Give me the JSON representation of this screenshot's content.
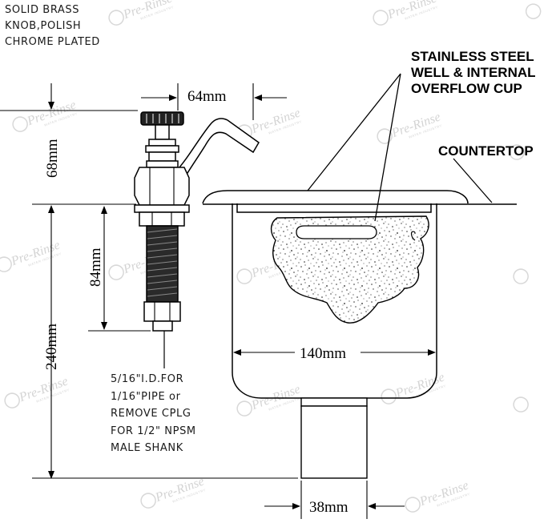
{
  "labels": {
    "solid_brass": [
      "SOLID BRASS",
      "KNOB,POLISH",
      "CHROME PLATED"
    ],
    "stainless_well": [
      "STAINLESS STEEL",
      "WELL & INTERNAL",
      "OVERFLOW CUP"
    ],
    "countertop": "COUNTERTOP",
    "pipe_note": [
      "5/16\"I.D.FOR",
      "1/16\"PIPE or",
      "REMOVE CPLG",
      "FOR 1/2\" NPSM",
      "MALE SHANK"
    ]
  },
  "dimensions": {
    "spout_reach": "64mm",
    "spout_height": "68mm",
    "shank_length": "84mm",
    "overall_height": "240mm",
    "well_width": "140mm",
    "drain_width": "38mm"
  },
  "watermark": {
    "brand": "Pre-Rinse",
    "tagline": "WATER INDUSTRY"
  }
}
